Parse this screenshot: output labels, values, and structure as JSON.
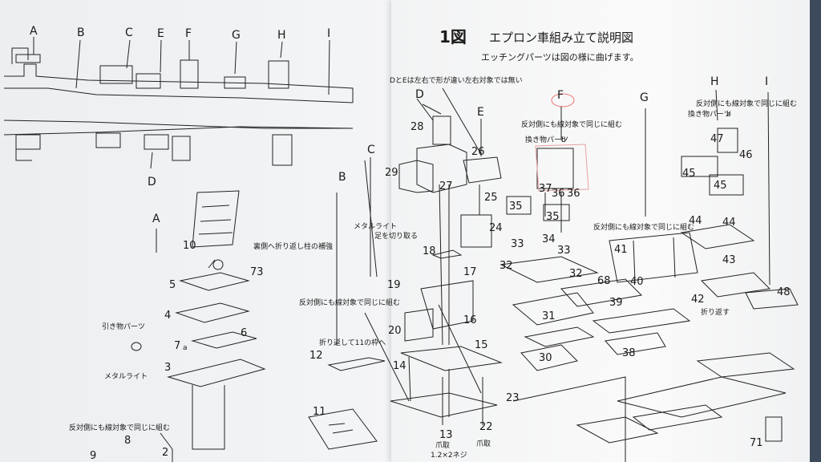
{
  "page": {
    "fig_number": "1図",
    "title": "エプロン車組み立て説明図",
    "subtitle": "エッチングパーツは図の様に曲げます。"
  },
  "overview": {
    "markers": [
      "A",
      "B",
      "C",
      "E",
      "F",
      "G",
      "H",
      "I"
    ],
    "bottom_marker": "D"
  },
  "left_assembly": {
    "marker_A": "A",
    "marker_B": "B",
    "parts": [
      "10",
      "73",
      "5",
      "4",
      "6",
      "7",
      "3",
      "2",
      "8",
      "9",
      "11",
      "12",
      "14"
    ],
    "part_7_suffix": "a",
    "notes": {
      "back_fold": "裏側へ折り返し柱の補強",
      "replace_part": "引き物パーツ",
      "metal_light": "メタルライト",
      "fold_to_11": "折り返して11の枠へ",
      "mirror_note": "反対側にも線対象で同じに組む",
      "mirror_note_bottom": "反対側にも線対象で同じに組む"
    }
  },
  "center_assembly": {
    "marker_C": "C",
    "marker_D": "D",
    "marker_E": "E",
    "top_note": "DとEは左右で形が違い左右対象では無い",
    "metal_light_note": "メタルライト",
    "metal_light_note2": "足を切り取る",
    "mirror_note": "反対側にも線対象で同じに組む",
    "parts": [
      "28",
      "26",
      "29",
      "27",
      "25",
      "24",
      "18",
      "17",
      "19",
      "16",
      "20",
      "15",
      "23",
      "13",
      "22"
    ],
    "screw": "1.2×2ネジ",
    "bottom_label_a": "爪取",
    "bottom_label_b": "爪取"
  },
  "right_assembly": {
    "marker_F": "F",
    "marker_G": "G",
    "marker_H": "H",
    "marker_I": "I",
    "f_note": "反対側にも線対象で同じに組む",
    "f_replace": "換き物パーツ",
    "f_replace_suffix": "b",
    "g_note": "反対側にも線対象で同じに組む",
    "h_note": "反対側にも線対象で同じに組む",
    "h_replace": "換き物パーツ",
    "h_replace_suffix": "b",
    "fold_note": "折り返す",
    "parts": [
      "37",
      "36",
      "36",
      "35",
      "35",
      "34",
      "33",
      "33",
      "32",
      "32",
      "31",
      "30",
      "68",
      "41",
      "40",
      "39",
      "38",
      "47",
      "46",
      "45",
      "45",
      "44",
      "44",
      "43",
      "42",
      "48",
      "71"
    ]
  }
}
